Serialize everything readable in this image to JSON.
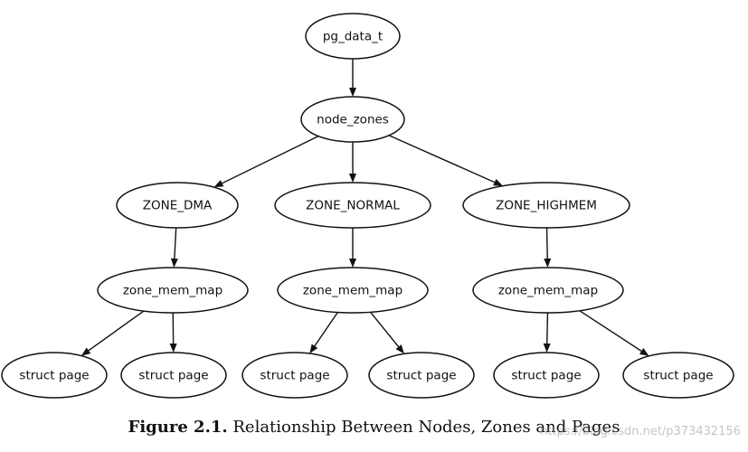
{
  "nodes": [
    {
      "id": "pg_data_t",
      "label": "pg_data_t"
    },
    {
      "id": "node_zones",
      "label": "node_zones"
    },
    {
      "id": "zone_dma",
      "label": "ZONE_DMA"
    },
    {
      "id": "zone_normal",
      "label": "ZONE_NORMAL"
    },
    {
      "id": "zone_highmem",
      "label": "ZONE_HIGHMEM"
    },
    {
      "id": "mem_map_dma",
      "label": "zone_mem_map"
    },
    {
      "id": "mem_map_normal",
      "label": "zone_mem_map"
    },
    {
      "id": "mem_map_highmem",
      "label": "zone_mem_map"
    },
    {
      "id": "page_dma_1",
      "label": "struct page"
    },
    {
      "id": "page_dma_2",
      "label": "struct page"
    },
    {
      "id": "page_normal_1",
      "label": "struct page"
    },
    {
      "id": "page_normal_2",
      "label": "struct page"
    },
    {
      "id": "page_highmem_1",
      "label": "struct page"
    },
    {
      "id": "page_highmem_2",
      "label": "struct page"
    }
  ],
  "edges": [
    {
      "from": "pg_data_t",
      "to": "node_zones"
    },
    {
      "from": "node_zones",
      "to": "zone_dma"
    },
    {
      "from": "node_zones",
      "to": "zone_normal"
    },
    {
      "from": "node_zones",
      "to": "zone_highmem"
    },
    {
      "from": "zone_dma",
      "to": "mem_map_dma"
    },
    {
      "from": "zone_normal",
      "to": "mem_map_normal"
    },
    {
      "from": "zone_highmem",
      "to": "mem_map_highmem"
    },
    {
      "from": "mem_map_dma",
      "to": "page_dma_1"
    },
    {
      "from": "mem_map_dma",
      "to": "page_dma_2"
    },
    {
      "from": "mem_map_normal",
      "to": "page_normal_1"
    },
    {
      "from": "mem_map_normal",
      "to": "page_normal_2"
    },
    {
      "from": "mem_map_highmem",
      "to": "page_highmem_1"
    },
    {
      "from": "mem_map_highmem",
      "to": "page_highmem_2"
    }
  ],
  "caption": {
    "figure_label": "Figure 2.1.",
    "text": "Relationship Between Nodes, Zones and Pages"
  },
  "watermark": "https://blog.csdn.net/p373432156"
}
